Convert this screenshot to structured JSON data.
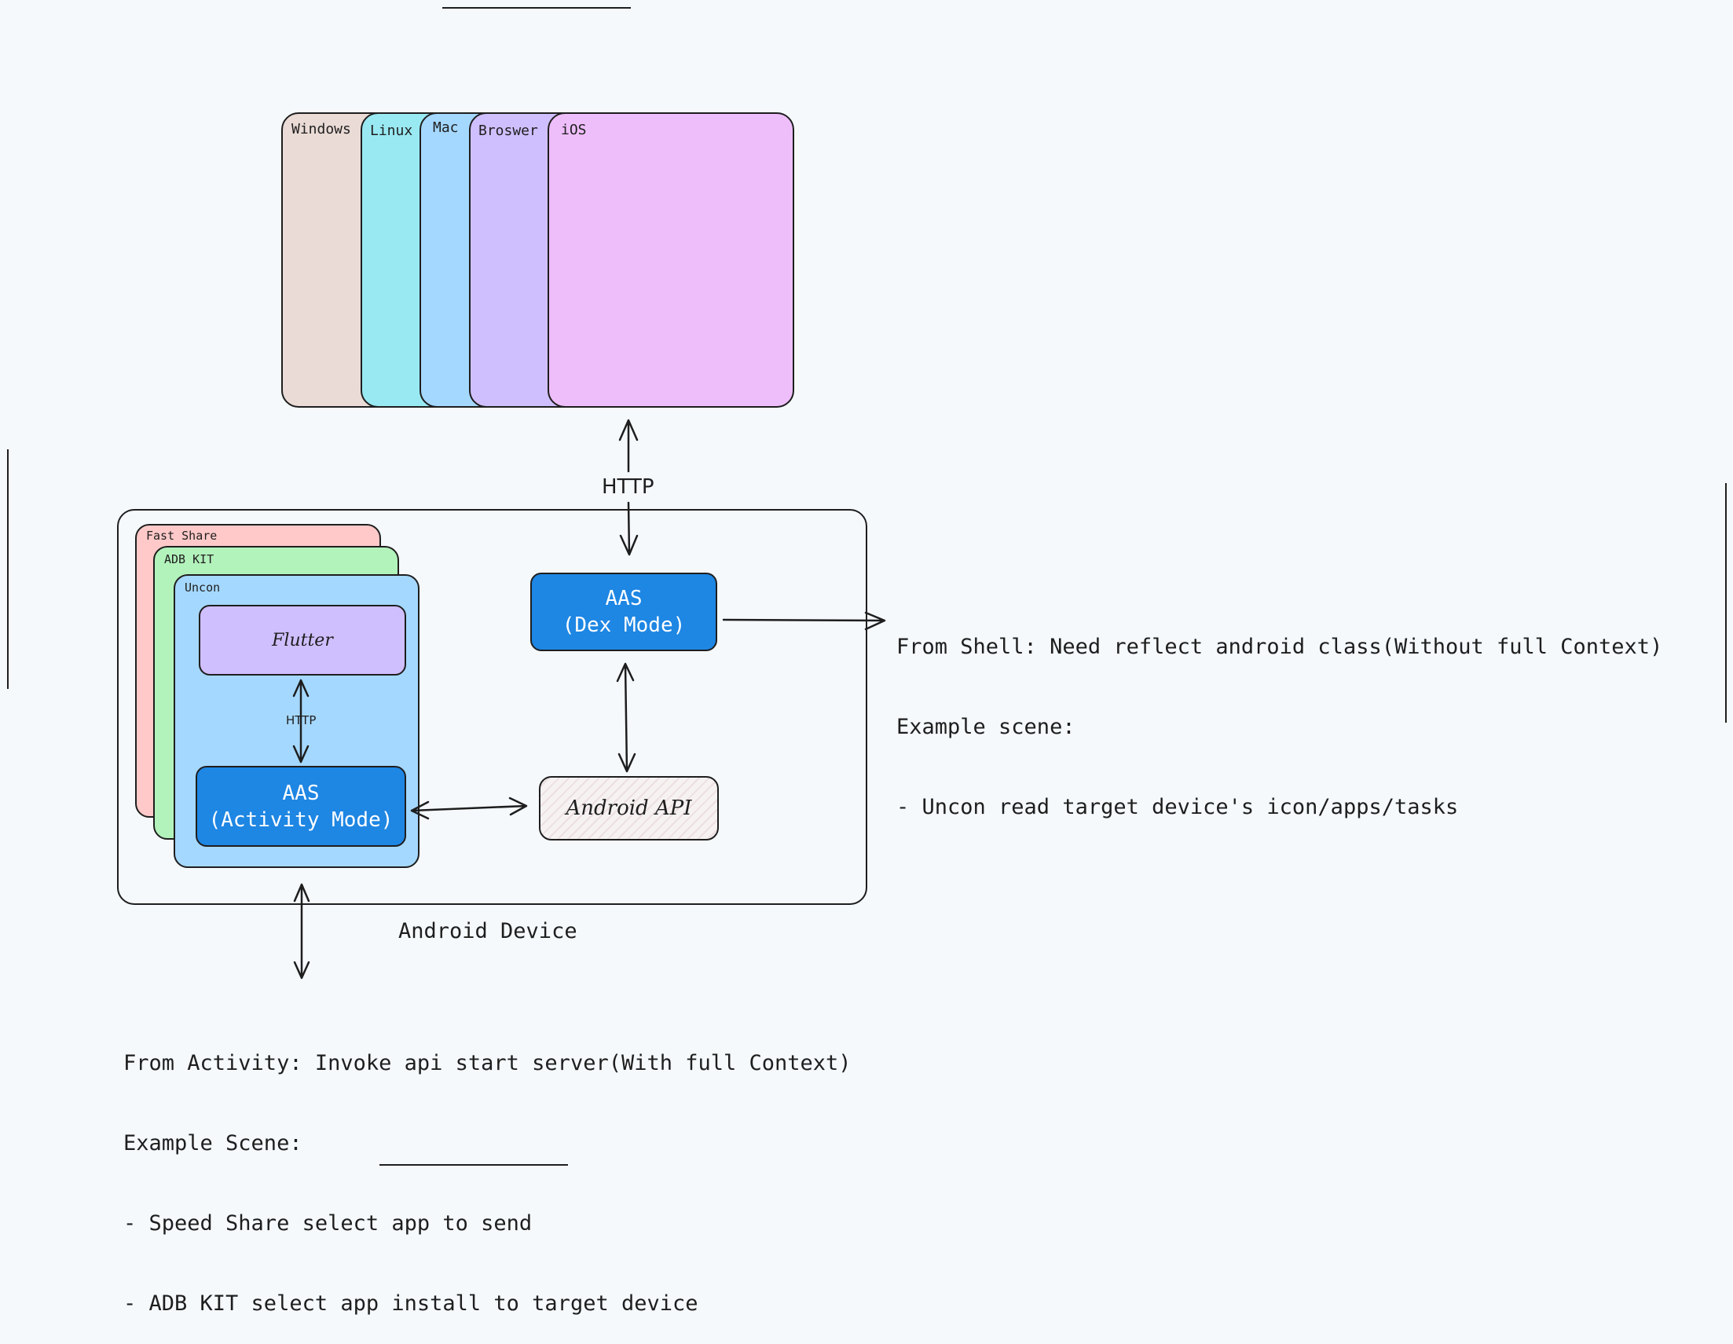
{
  "colors": {
    "background": "#f5f9fc",
    "stroke": "#1e1e1e",
    "windows": "#eadbd6",
    "linux": "#99e9f2",
    "mac": "#a5d8ff",
    "browser": "#d0bfff",
    "ios": "#eebefa",
    "fast_share": "#ffc9c9",
    "adb_kit": "#b2f2bb",
    "uncon": "#a5d8ff",
    "flutter": "#d0bfff",
    "aas": "#1e86e3",
    "android_api": "#f7f2f2"
  },
  "platforms": {
    "windows": "Windows",
    "linux": "Linux",
    "mac": "Mac",
    "browser": "Broswer",
    "ios": "iOS"
  },
  "connections": {
    "top_http": "HTTP",
    "inner_http": "HTTP"
  },
  "device": {
    "label": "Android Device",
    "apps": {
      "fast_share": "Fast Share",
      "adb_kit": "ADB KIT",
      "uncon": "Uncon"
    },
    "flutter": "Flutter",
    "aas_activity": {
      "line1": "AAS",
      "line2": "(Activity Mode)"
    },
    "aas_dex": {
      "line1": "AAS",
      "line2": "(Dex Mode)"
    },
    "android_api": "Android API"
  },
  "notes": {
    "shell": {
      "line1": "From Shell: Need reflect android class(Without full Context)",
      "line2": "Example scene:",
      "line3": "- Uncon read target device's icon/apps/tasks"
    },
    "activity": {
      "line1": "From Activity: Invoke api start server(With full Context)",
      "line2": "Example Scene:",
      "line3": "- Speed Share select app to send",
      "line4": "- ADB KIT select app install to target device"
    }
  }
}
